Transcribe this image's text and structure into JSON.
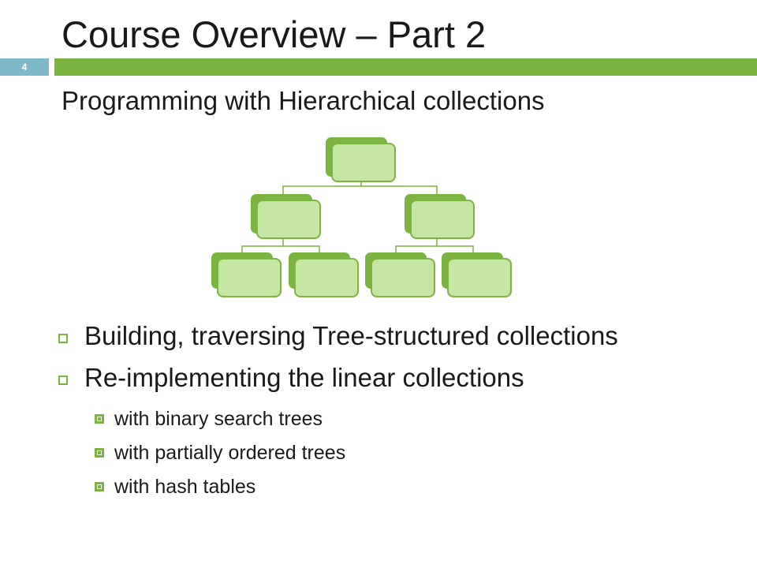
{
  "slide": {
    "title": "Course Overview – Part 2",
    "number": "4",
    "subtitle": "Programming with Hierarchical collections"
  },
  "bullets": [
    {
      "text": "Building, traversing Tree-structured collections",
      "sub": []
    },
    {
      "text": "Re-implementing the linear collections",
      "sub": [
        "with binary search trees",
        "with partially ordered trees",
        "with hash tables"
      ]
    }
  ],
  "colors": {
    "accent_green": "#7cb441",
    "box_fill": "#c6e6a4",
    "slide_number_blue": "#7db9c9"
  }
}
